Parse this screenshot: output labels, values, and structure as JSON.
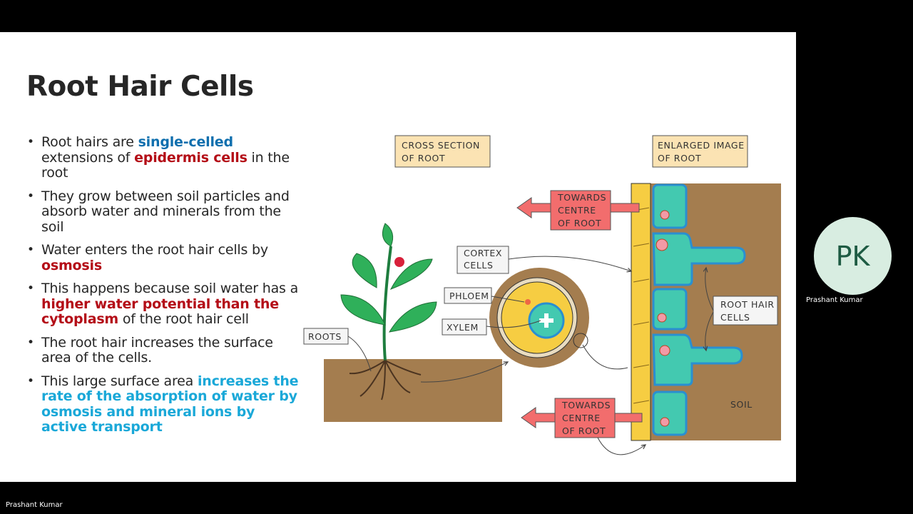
{
  "slide": {
    "title": "Root Hair Cells",
    "bullets": [
      [
        {
          "t": "Root hairs are "
        },
        {
          "t": "single-celled",
          "s": "blue"
        },
        {
          "t": " extensions of "
        },
        {
          "t": "epidermis cells",
          "s": "red"
        },
        {
          "t": " in the root"
        }
      ],
      [
        {
          "t": "They grow between soil particles and absorb water and minerals from the soil"
        }
      ],
      [
        {
          "t": "Water enters the root hair cells by "
        },
        {
          "t": "osmosis",
          "s": "red"
        }
      ],
      [
        {
          "t": "This happens because soil water has a "
        },
        {
          "t": "higher water potential than the cytoplasm",
          "s": "red"
        },
        {
          "t": " of the root hair cell"
        }
      ],
      [
        {
          "t": "The root hair increases the surface area of the cells."
        }
      ],
      [
        {
          "t": "This large surface area "
        },
        {
          "t": "increases the rate of the absorption of water by osmosis and mineral ions by active transport",
          "s": "cyan"
        }
      ]
    ],
    "diagram": {
      "cross_section_label": [
        "CROSS  SECTION",
        "OF ROOT"
      ],
      "enlarged_label": [
        "ENLARGED IMAGE",
        "OF  ROOT"
      ],
      "towards_centre_top": [
        "TOWARDS",
        "CENTRE",
        "OF ROOT"
      ],
      "towards_centre_bottom": [
        "TOWARDS",
        "CENTRE",
        "OF ROOT"
      ],
      "cortex_label": [
        "CORTEX",
        "CELLS"
      ],
      "phloem_label": "PHLOEM",
      "xylem_label": "XYLEM",
      "roots_label": "ROOTS",
      "root_hair_label": [
        "ROOT HAIR",
        "CELLS"
      ],
      "soil_label": "SOIL"
    }
  },
  "presenter": {
    "initials": "PK",
    "name": "Prashant Kumar"
  },
  "footer": {
    "name": "Prashant Kumar"
  },
  "colors": {
    "soil": "#a47d4f",
    "leaf": "#2fb05a",
    "arrow_box": "#f26d6d",
    "label_box": "#fbe3b3",
    "root_cell": "#43c9b0",
    "cell_border": "#2a8fd1",
    "root_core": "#f6cd42"
  }
}
